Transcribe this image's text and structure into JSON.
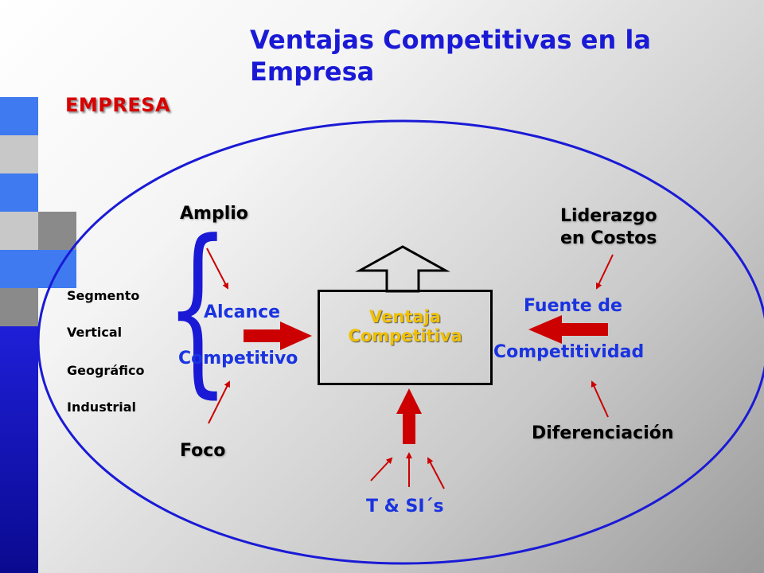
{
  "title": "Ventajas Competitivas en la Empresa",
  "empresa_label": "EMPRESA",
  "left": {
    "amplio": "Amplio",
    "foco": "Foco",
    "alcance": "Alcance",
    "competitivo": "Competitivo",
    "segments": [
      "Segmento",
      "Vertical",
      "Geográfico",
      "Industrial"
    ]
  },
  "center": {
    "ventaja": "Ventaja",
    "competitiva": "Competitiva",
    "tsi": "T & SI´s"
  },
  "right": {
    "liderazgo_line1": "Liderazgo",
    "liderazgo_line2": "en Costos",
    "fuente": "Fuente de",
    "competitividad": "Competitividad",
    "diferenciacion": "Diferenciación"
  },
  "colors": {
    "title_blue": "#1a1ad6",
    "ellipse_blue": "#1a1ad6",
    "arrow_red": "#cc0000",
    "ventaja_gold": "#f0c000"
  }
}
